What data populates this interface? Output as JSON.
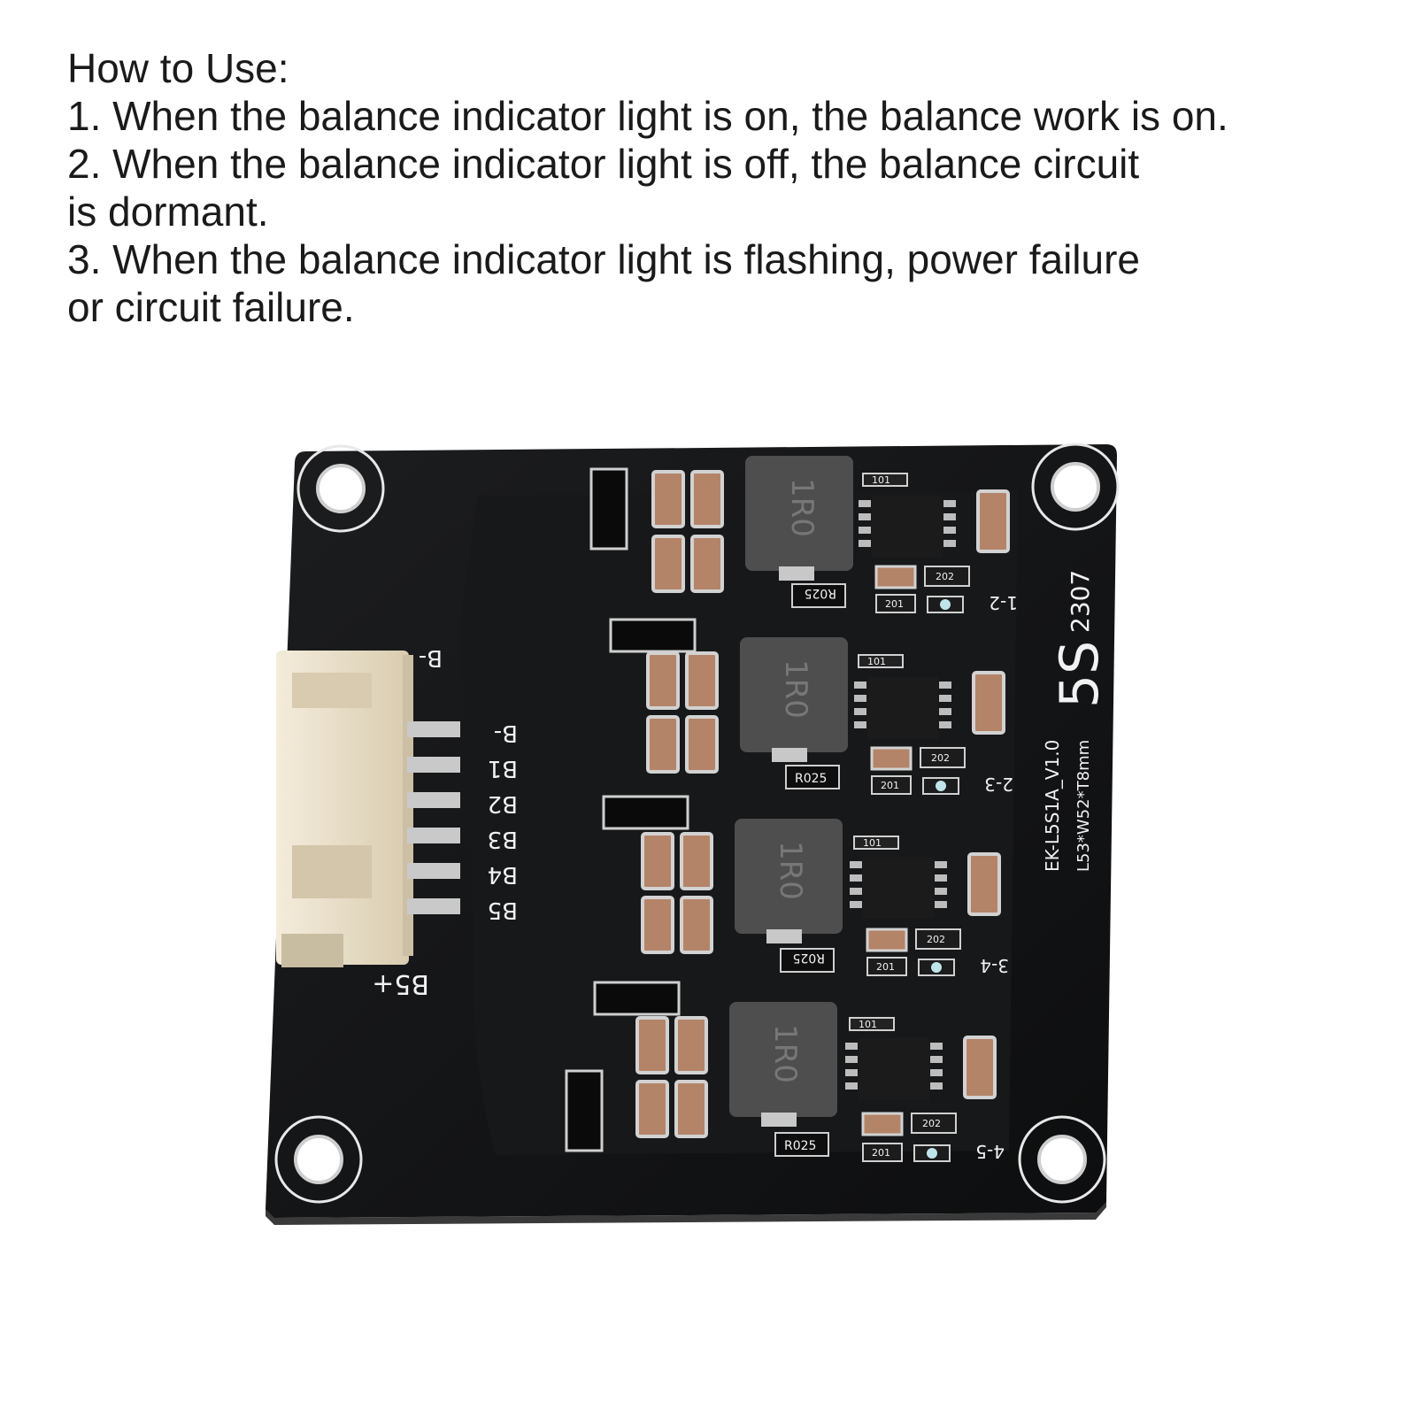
{
  "instructions": {
    "heading": "How to Use:",
    "line1": "1. When the balance indicator light is on, the balance work is on.",
    "line2a": "2. When the balance indicator light is off, the balance circuit",
    "line2b": "is dormant.",
    "line3a": "3. When the balance indicator light is flashing, power failure",
    "line3b": "or circuit failure."
  },
  "board": {
    "connector_labels": [
      "B-",
      "B1",
      "B2",
      "B3",
      "B4",
      "B5"
    ],
    "connector_top_label": "B-",
    "connector_bottom_label": "B5+",
    "model_line1": "EK-L5S1A_V1.0",
    "model_line2": "L53*W52*T8mm",
    "cell_count": "5S",
    "date_code": "2307",
    "channel_labels": [
      "1-2",
      "2-3",
      "3-4",
      "4-5"
    ],
    "inductor_marking": "1R0",
    "shunt_marking": "R025",
    "resistor_marking_a": "101",
    "resistor_marking_b": "202",
    "resistor_marking_c": "201",
    "colors": {
      "pcb": "#111213",
      "silkscreen": "#f2f2f2",
      "connector": "#ece3cf",
      "capacitor": "#b48468",
      "inductor": "#4e4e4e"
    }
  }
}
